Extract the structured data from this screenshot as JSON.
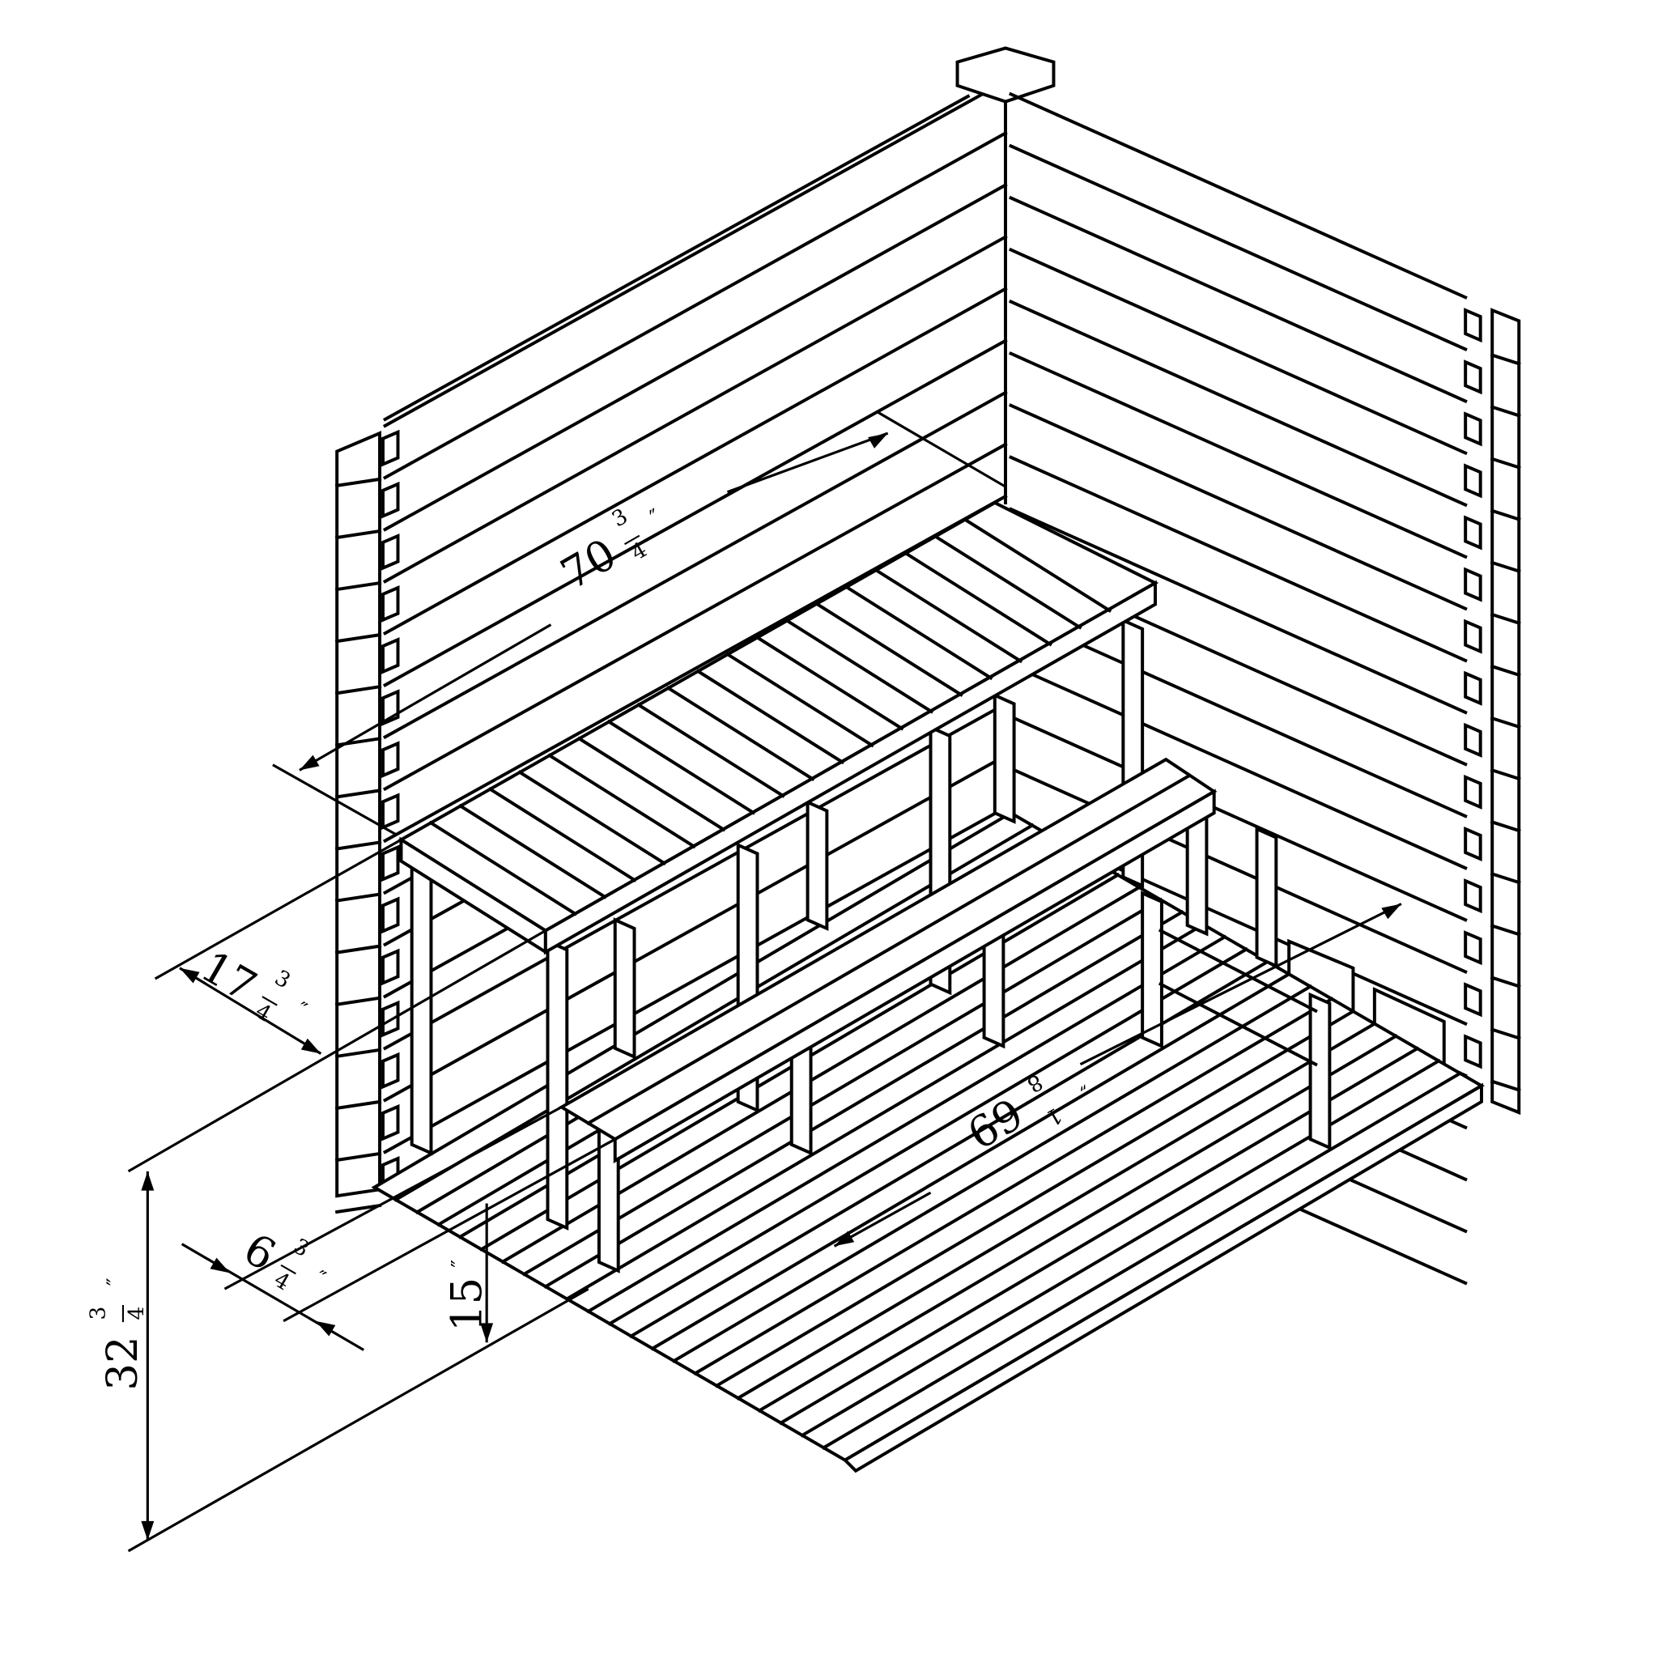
{
  "drawing": {
    "subject": "sauna-corner-bench-isometric",
    "line_color": "#000000",
    "background": "#ffffff"
  },
  "dimensions": {
    "bench_length": {
      "whole": "70",
      "num": "3",
      "den": "4",
      "unit": "″"
    },
    "floor_length": {
      "whole": "69",
      "num": "1",
      "den": "8",
      "unit": "″"
    },
    "bench_depth": {
      "whole": "17",
      "num": "3",
      "den": "4",
      "unit": "″"
    },
    "step_depth": {
      "whole": "6",
      "num": "3",
      "den": "4",
      "unit": "″"
    },
    "step_height": {
      "whole": "15",
      "unit": "″"
    },
    "bench_height": {
      "whole": "32",
      "num": "3",
      "den": "4",
      "unit": "″"
    }
  }
}
